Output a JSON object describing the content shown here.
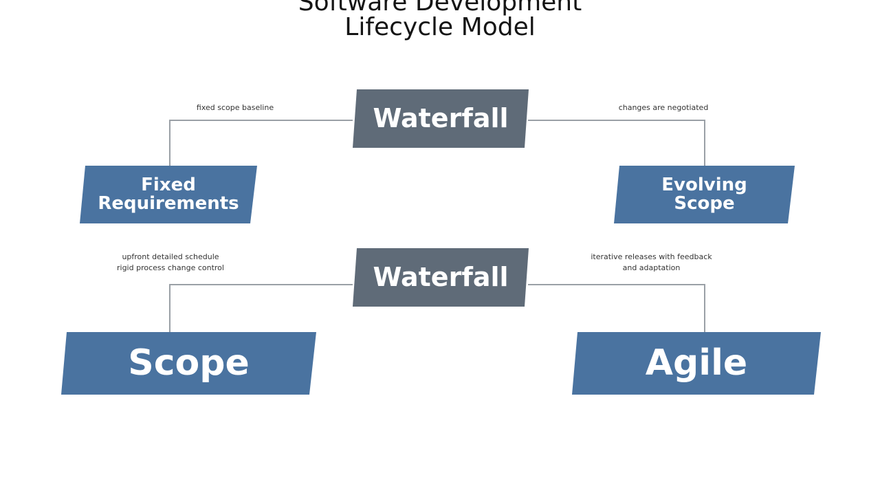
{
  "title": {
    "line1": "Software Development",
    "line2": "Lifecycle Model"
  },
  "nodes": {
    "waterfall_top": "Waterfall",
    "fixed_requirements": "Fixed\nRequirements",
    "evolving_scope": "Evolving\nScope",
    "waterfall_middle": "Waterfall",
    "scope": "Scope",
    "agile": "Agile"
  },
  "edge_labels": {
    "top_left": "fixed scope baseline",
    "top_right": "changes are negotiated",
    "middle_left": "upfront detailed schedule\nrigid process change control",
    "middle_right": "iterative releases with feedback\nand adaptation"
  },
  "colors": {
    "gray_node": "#5f6b78",
    "blue_node": "#4a73a0",
    "connector": "#9aa0a6"
  }
}
